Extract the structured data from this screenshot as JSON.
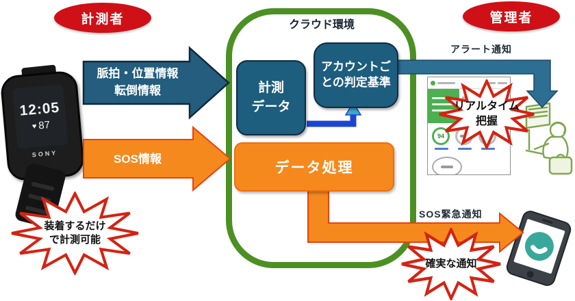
{
  "actors": {
    "measurer": "計測者",
    "manager": "管理者"
  },
  "watch": {
    "time": "12:05",
    "heart_rate": "87",
    "heart_icon": "♥",
    "brand": "SONY"
  },
  "arrows": {
    "vitals": {
      "line1": "脈拍・位置情報",
      "line2": "転倒情報"
    },
    "sos": {
      "label": "SOS情報"
    },
    "alert": {
      "label": "アラート通知"
    },
    "sos_notify": {
      "label": "SOS緊急通知"
    }
  },
  "cloud": {
    "title": "クラウド環境",
    "boxes": {
      "measure_line1": "計測",
      "measure_line2": "データ",
      "criteria": "アカウントごとの判定基準",
      "processing": "データ処理"
    }
  },
  "bursts": {
    "wear": {
      "line1": "装着するだけ",
      "line2": "で計測可能"
    },
    "realtime": {
      "line1": "リアルタイム",
      "line2": "把握"
    },
    "reliable": {
      "label": "確実な通知"
    }
  },
  "dashboard": {
    "score": "94"
  },
  "colors": {
    "actor_red": "#cf1016",
    "burst_border_red": "#d42313",
    "navy_arrow": "#245d7d",
    "box_blue": "#1d5d7e",
    "steel_arrow": "#2d6e93",
    "orange": "#f6891d",
    "cloud_green": "#4c9023",
    "connector_blue": "#1c45d2",
    "phone_teal": "#3aa79b",
    "dashboard_green": "#4caf50"
  }
}
